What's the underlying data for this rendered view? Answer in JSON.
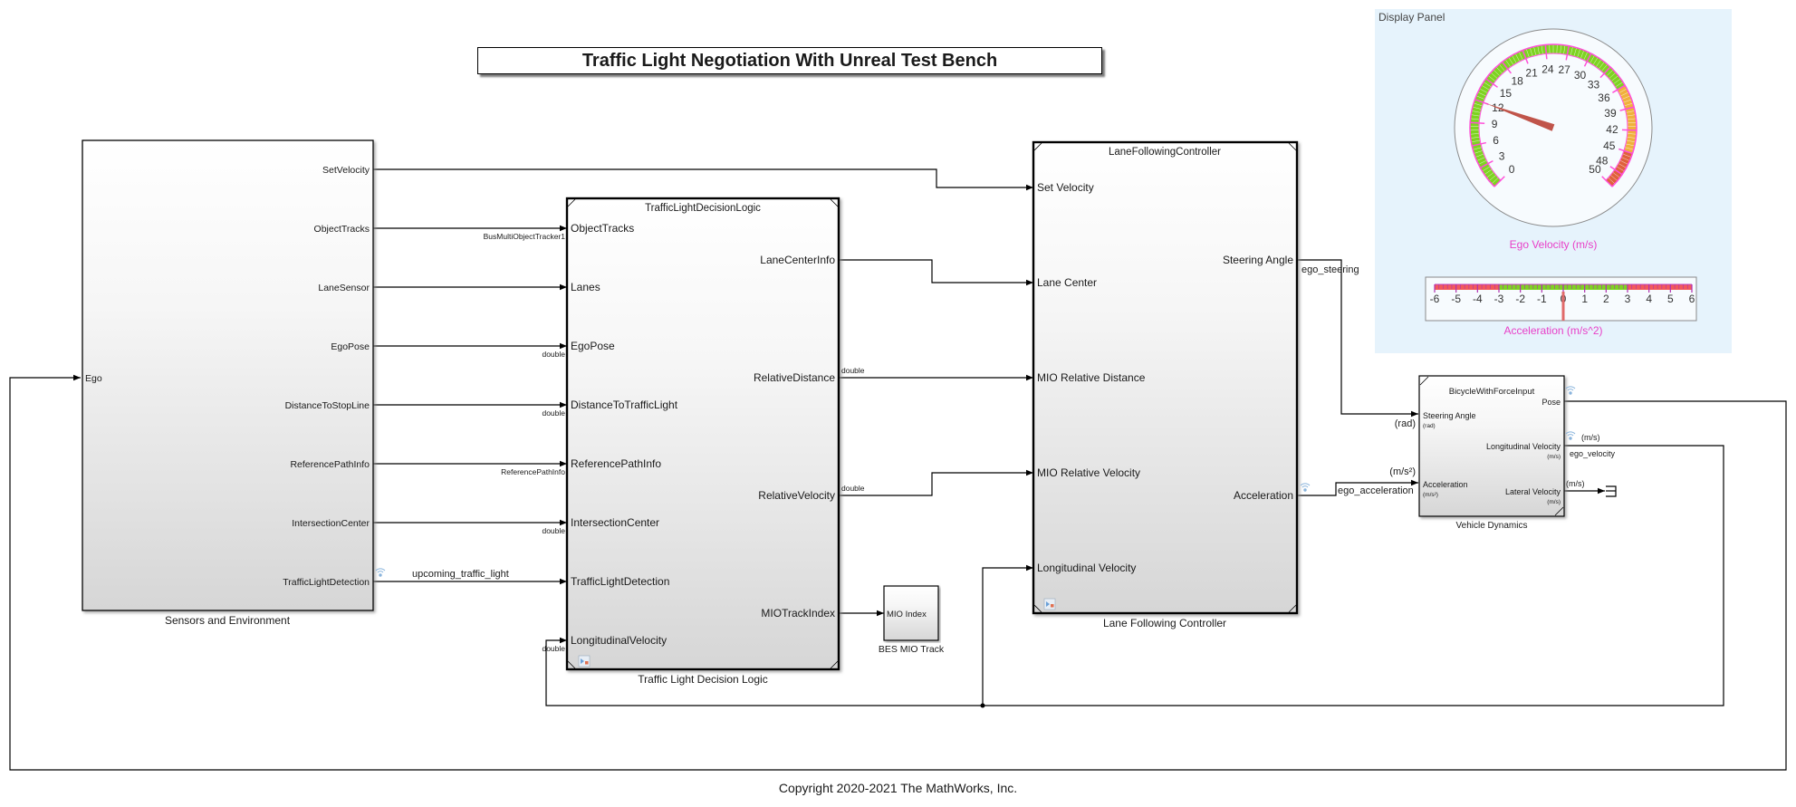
{
  "title": "Traffic Light Negotiation With Unreal Test Bench",
  "copyright": "Copyright 2020-2021 The MathWorks, Inc.",
  "blocks": {
    "sensors": {
      "caption": "Sensors and Environment",
      "inputs": [
        "Ego"
      ],
      "outputs": [
        "SetVelocity",
        "ObjectTracks",
        "LaneSensor",
        "EgoPose",
        "DistanceToStopLine",
        "ReferencePathInfo",
        "IntersectionCenter",
        "TrafficLightDetection"
      ]
    },
    "decision": {
      "name": "TrafficLightDecisionLogic",
      "caption": "Traffic Light Decision Logic",
      "inputs": [
        "ObjectTracks",
        "Lanes",
        "EgoPose",
        "DistanceToTrafficLight",
        "ReferencePathInfo",
        "IntersectionCenter",
        "TrafficLightDetection",
        "LongitudinalVelocity"
      ],
      "outputs": [
        "LaneCenterInfo",
        "RelativeDistance",
        "RelativeVelocity",
        "MIOTrackIndex"
      ]
    },
    "mio": {
      "caption": "BES MIO Track",
      "inputs": [
        "MIO Index"
      ]
    },
    "controller": {
      "name": "LaneFollowingController",
      "caption": "Lane Following Controller",
      "inputs": [
        "Set Velocity",
        "Lane Center",
        "MIO Relative Distance",
        "MIO Relative Velocity",
        "Longitudinal Velocity"
      ],
      "outputs": [
        "Steering Angle",
        "Acceleration"
      ]
    },
    "vehicle": {
      "name": "BicycleWithForceInput",
      "caption": "Vehicle Dynamics",
      "inputs": [
        "Steering Angle",
        "Acceleration"
      ],
      "input_units": [
        "(rad)",
        "(m/s²)"
      ],
      "outputs": [
        "Pose",
        "Longitudinal Velocity",
        "Lateral Velocity"
      ],
      "output_units": [
        "",
        "(m/s)",
        "(m/s)"
      ]
    }
  },
  "signal_labels": {
    "bus_object_tracker": "BusMultiObjectTracker1",
    "egopose_type": "double",
    "distance_type": "double",
    "refpath_type": "ReferencePathInfo",
    "intersection_type": "double",
    "traffic_light": "upcoming_traffic_light",
    "long_vel_type": "double",
    "rel_dist_type": "double",
    "rel_vel_type": "double",
    "ego_steering": "ego_steering",
    "ego_acceleration": "ego_acceleration",
    "ego_velocity": "ego_velocity",
    "rad_unit": "(rad)",
    "acc_unit": "(m/s²)",
    "ms_unit_1": "(m/s)",
    "ms_unit_2": "(m/s)"
  },
  "display_panel": {
    "title": "Display Panel",
    "speedometer": {
      "label": "Ego Velocity (m/s)",
      "min": 0,
      "max": 50,
      "ticks": [
        0,
        3,
        6,
        9,
        12,
        15,
        18,
        21,
        24,
        27,
        30,
        33,
        36,
        39,
        42,
        45,
        48,
        50
      ],
      "value": 12,
      "bands": [
        {
          "from": 0,
          "to": 36,
          "color": "#7ed321"
        },
        {
          "from": 36,
          "to": 45,
          "color": "#f0b13c"
        },
        {
          "from": 45,
          "to": 50,
          "color": "#e0603c"
        }
      ],
      "tick_color": "#ff4fd8",
      "needle_color": "#c0544a"
    },
    "accel_gauge": {
      "label": "Acceleration (m/s^2)",
      "min": -6,
      "max": 6,
      "ticks": [
        -6,
        -5,
        -4,
        -3,
        -2,
        -1,
        0,
        1,
        2,
        3,
        4,
        5,
        6
      ],
      "value": 0,
      "bands": [
        {
          "from": -6,
          "to": -3,
          "color": "#f25a5a"
        },
        {
          "from": -3,
          "to": 3,
          "color": "#7ed321"
        },
        {
          "from": 3,
          "to": 6,
          "color": "#f25a5a"
        }
      ]
    },
    "label_color": "#e83fc8"
  }
}
